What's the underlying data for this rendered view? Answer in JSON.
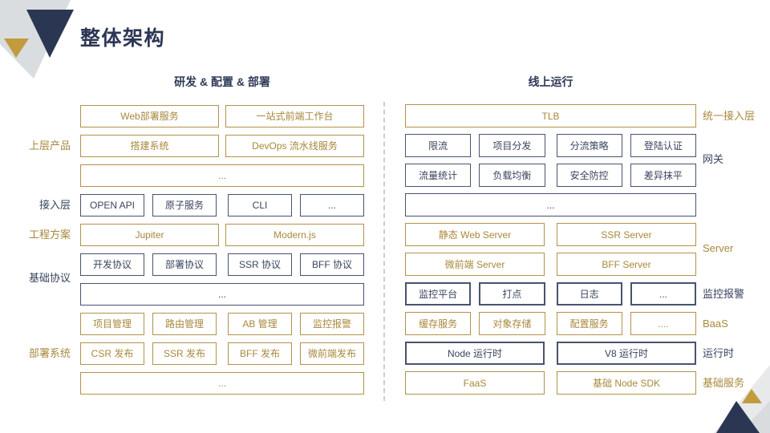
{
  "title": "整体架构",
  "colors": {
    "gold_text": "#A8883C",
    "gold_border": "#B2924A",
    "navy_text": "#39445F",
    "navy_border": "#49536F",
    "title_navy": "#2C3654",
    "triangle_navy": "#2B3752",
    "triangle_gold": "#C19B3D",
    "triangle_gray": "#DADDE0"
  },
  "columns": {
    "left": {
      "header": "研发 & 配置 & 部署",
      "rows": [
        {
          "color": "gold",
          "cells": [
            "Web部署服务",
            "一站式前端工作台"
          ]
        },
        {
          "color": "gold",
          "cells": [
            "搭建系统",
            "DevOps 流水线服务"
          ],
          "label": {
            "text": "上层产品",
            "color": "gold",
            "pos": "center"
          }
        },
        {
          "color": "gold",
          "cells": [
            "..."
          ]
        },
        {
          "color": "navy",
          "cells": [
            "OPEN API",
            "原子服务",
            "CLI",
            "..."
          ],
          "label": {
            "text": "接入层",
            "color": "navy",
            "pos": "center"
          }
        },
        {
          "color": "gold",
          "cells": [
            "Jupiter",
            "Modern.js"
          ],
          "label": {
            "text": "工程方案",
            "color": "gold",
            "pos": "center"
          }
        },
        {
          "color": "navy",
          "cells": [
            "开发协议",
            "部署协议",
            "SSR 协议",
            "BFF 协议"
          ],
          "label": {
            "text": "基础协议",
            "color": "navy",
            "pos": "below"
          }
        },
        {
          "color": "navy",
          "cells": [
            "..."
          ]
        },
        {
          "color": "gold",
          "cells": [
            "项目管理",
            "路由管理",
            "AB 管理",
            "监控报警"
          ]
        },
        {
          "color": "gold",
          "cells": [
            "CSR 发布",
            "SSR 发布",
            "BFF 发布",
            "微前端发布"
          ],
          "label": {
            "text": "部署系统",
            "color": "gold",
            "pos": "center"
          }
        },
        {
          "color": "gold",
          "cells": [
            "..."
          ]
        }
      ]
    },
    "right": {
      "header": "线上运行",
      "rows": [
        {
          "color": "gold",
          "cells": [
            "TLB"
          ],
          "label": {
            "text": "统一接入层",
            "color": "gold",
            "pos": "center"
          }
        },
        {
          "color": "navy",
          "cells": [
            "限流",
            "项目分发",
            "分流策略",
            "登陆认证"
          ],
          "label": {
            "text": "网关",
            "color": "navy",
            "pos": "below"
          }
        },
        {
          "color": "navy",
          "cells": [
            "流量统计",
            "负载均衡",
            "安全防控",
            "差异抹平"
          ]
        },
        {
          "color": "navy",
          "cells": [
            "..."
          ]
        },
        {
          "color": "gold",
          "cells": [
            "静态 Web Server",
            "SSR Server"
          ],
          "label": {
            "text": "Server",
            "color": "gold",
            "pos": "below"
          }
        },
        {
          "color": "gold",
          "cells": [
            "微前端 Server",
            "BFF Server"
          ]
        },
        {
          "color": "navy",
          "thick": true,
          "cells": [
            "监控平台",
            "打点",
            "日志",
            "..."
          ],
          "label": {
            "text": "监控报警",
            "color": "navy",
            "pos": "center"
          }
        },
        {
          "color": "gold",
          "cells": [
            "缓存服务",
            "对象存储",
            "配置服务",
            "...."
          ],
          "label": {
            "text": "BaaS",
            "color": "gold",
            "pos": "center"
          }
        },
        {
          "color": "navy",
          "thick": true,
          "cells": [
            "Node 运行时",
            "V8 运行时"
          ],
          "label": {
            "text": "运行时",
            "color": "navy",
            "pos": "center"
          }
        },
        {
          "color": "gold",
          "cells": [
            "FaaS",
            "基础 Node SDK"
          ],
          "label": {
            "text": "基础服务",
            "color": "gold",
            "pos": "center"
          }
        }
      ]
    }
  }
}
